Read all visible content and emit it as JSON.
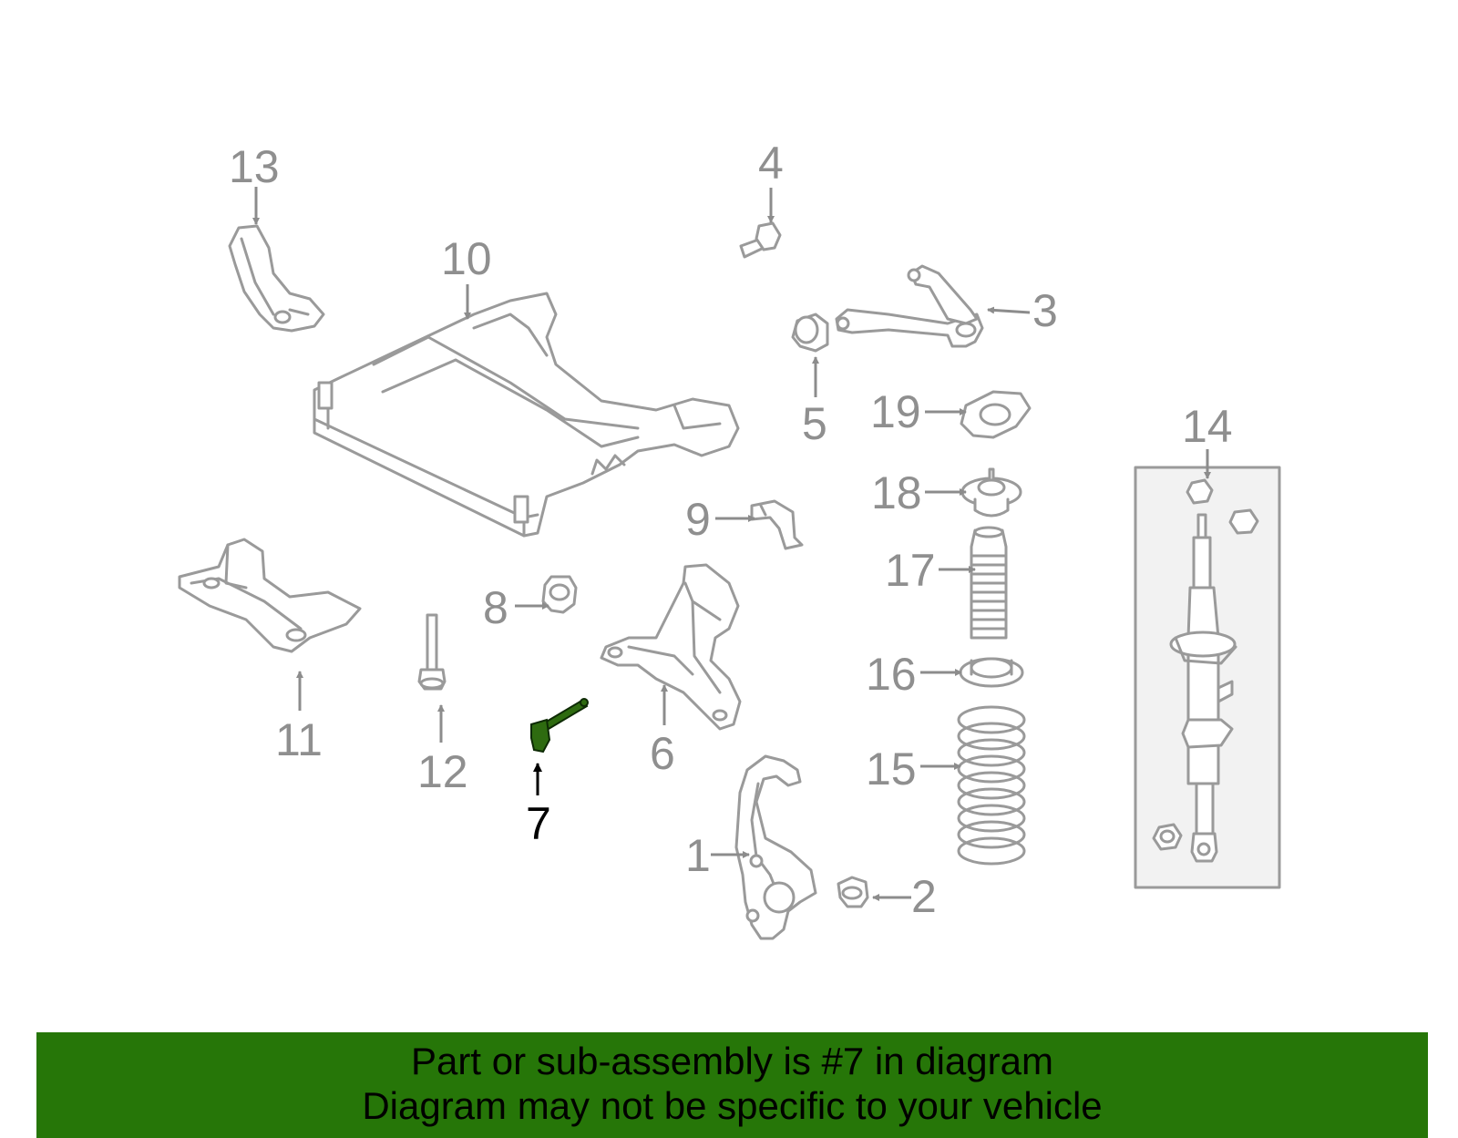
{
  "highlight_color": "#267608",
  "banner": {
    "line1": "Part or sub-assembly is #7 in diagram",
    "line2": "Diagram may not be specific to your vehicle"
  },
  "callouts": {
    "c1": "1",
    "c2": "2",
    "c3": "3",
    "c4": "4",
    "c5": "5",
    "c6": "6",
    "c7": "7",
    "c8": "8",
    "c9": "9",
    "c10": "10",
    "c11": "11",
    "c12": "12",
    "c13": "13",
    "c14": "14",
    "c15": "15",
    "c16": "16",
    "c17": "17",
    "c18": "18",
    "c19": "19"
  }
}
